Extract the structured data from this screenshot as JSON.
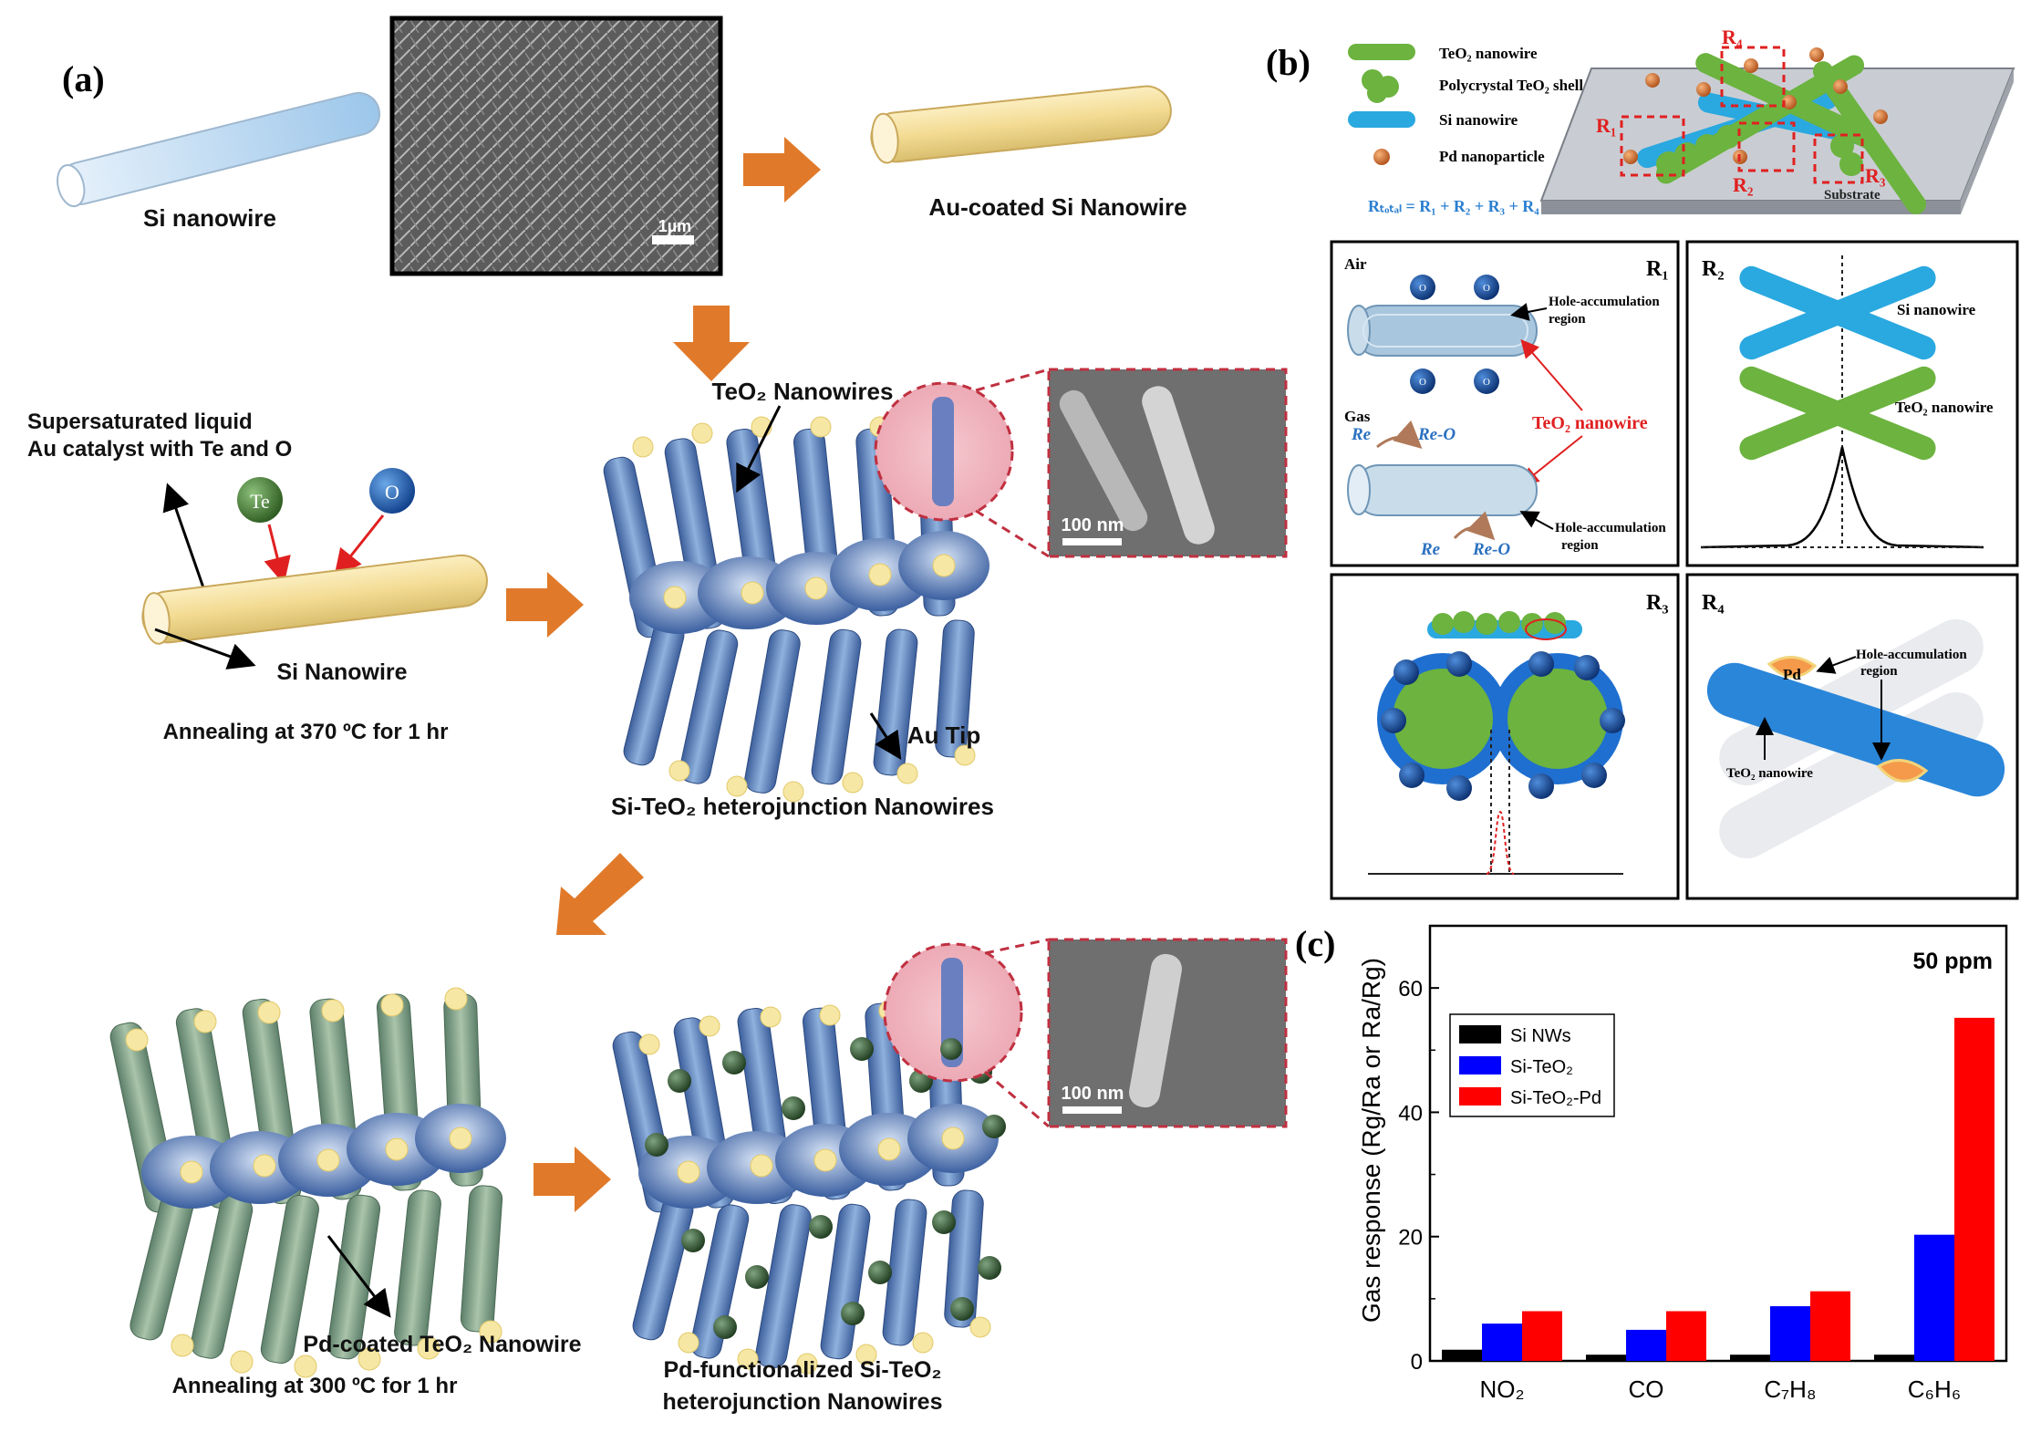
{
  "panel_a": {
    "label": "(a)",
    "si_nanowire": "Si nanowire",
    "au_coated": "Au-coated Si Nanowire",
    "sem_scale_1": "1µm",
    "supersaturated_line1": "Supersaturated liquid",
    "supersaturated_line2": "Au catalyst with Te and O",
    "te_atom": "Te",
    "o_atom": "O",
    "si_nanowire_2": "Si Nanowire",
    "annealing_1": "Annealing at 370 ºC for 1 hr",
    "teo2_nanowires": "TeO₂ Nanowires",
    "au_tip": "Au Tip",
    "heterojunction": "Si-TeO₂ heterojunction Nanowires",
    "sem_scale_2": "100 nm",
    "pd_coated": "Pd-coated TeO₂ Nanowire",
    "annealing_2": "Annealing at 300 ºC for 1 hr",
    "pd_func_line1": "Pd-functionalized Si-TeO₂",
    "pd_func_line2": "heterojunction Nanowires",
    "sem_scale_3": "100 nm"
  },
  "panel_b": {
    "label": "(b)",
    "legend_teo2": "TeO₂ nanowire",
    "legend_shell": "Polycrystal TeO₂ shell",
    "legend_si": "Si nanowire",
    "legend_pd": "Pd nanoparticle",
    "rtotal": "Rₜₒₜₐₗ = R₁ + R₂ + R₃ + R₄",
    "r1": "R₁",
    "r2": "R₂",
    "r3": "R₃",
    "r4": "R₄",
    "substrate": "Substrate",
    "r1_air": "Air",
    "r1_gas": "Gas",
    "r1_hole1": "Hole-accumulation",
    "r1_region1": "region",
    "r1_teo2": "TeO₂ nanowire",
    "r1_re": "Re",
    "r1_reo": "Re-O",
    "r1_hole2": "Hole-accumulation",
    "r1_region2": "region",
    "r2_si": "Si nanowire",
    "r2_teo2": "TeO₂ nanowire",
    "r4_pd": "Pd",
    "r4_hole": "Hole-accumulation",
    "r4_region": "region",
    "r4_teo2": "TeO₂ nanowire",
    "o_symbol": "O"
  },
  "panel_c": {
    "label": "(c)"
  },
  "colors": {
    "si_nws": "#000000",
    "si_teo2": "#0000ff",
    "si_teo2_pd": "#ff0000",
    "arrow": "#e07a2a",
    "teo2_green": "#6cb33f",
    "si_blue": "#2aa8e0"
  },
  "chart_data": {
    "type": "bar",
    "annotation": "50 ppm",
    "ylabel": "Gas response (Rg/Ra or Ra/Rg)",
    "xlabel": "",
    "categories": [
      "NO₂",
      "CO",
      "C₇H₈",
      "C₆H₆"
    ],
    "ylim": [
      0,
      70
    ],
    "yticks": [
      0,
      20,
      40,
      60
    ],
    "legend_position": "top-left",
    "series": [
      {
        "name": "Si NWs",
        "color": "#000000",
        "values": [
          1.8,
          1.0,
          1.0,
          1.0
        ]
      },
      {
        "name": "Si-TeO₂",
        "color": "#0000ff",
        "values": [
          6,
          5,
          8.8,
          20.3
        ]
      },
      {
        "name": "Si-TeO₂-Pd",
        "color": "#ff0000",
        "values": [
          8,
          8,
          11.2,
          55.2
        ]
      }
    ]
  }
}
